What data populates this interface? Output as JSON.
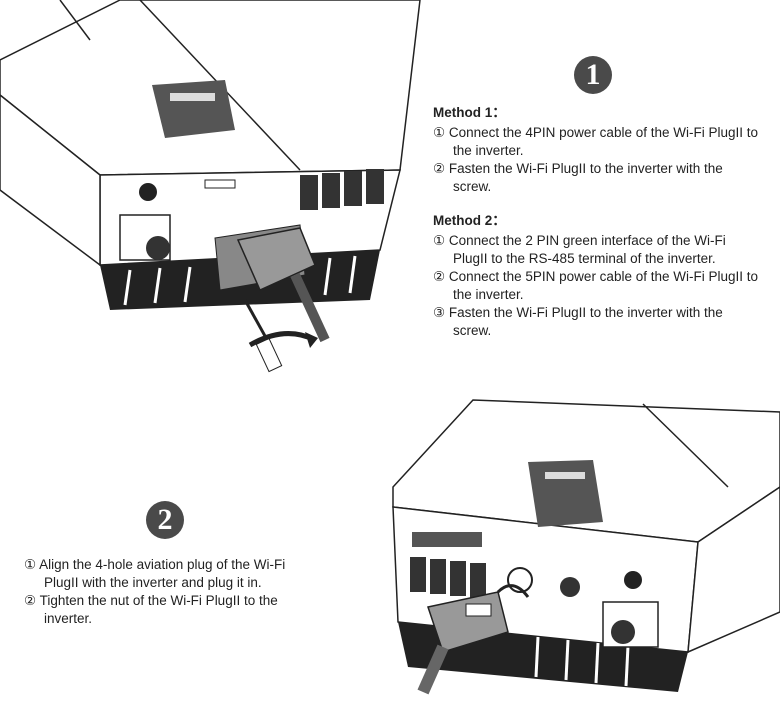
{
  "step1": {
    "badge": "1",
    "methods": [
      {
        "title": "Method 1：",
        "items": [
          "① Connect the 4PIN power cable of the Wi-Fi PlugII to the inverter.",
          "② Fasten the Wi-Fi PlugII to the inverter with the screw."
        ]
      },
      {
        "title": "Method 2：",
        "items": [
          "① Connect the 2 PIN green interface of the Wi-Fi PlugII to the RS-485 terminal of the inverter.",
          "② Connect the 5PIN power cable of the Wi-Fi PlugII to the inverter.",
          "③ Fasten the Wi-Fi PlugII to the inverter with the screw."
        ]
      }
    ]
  },
  "step2": {
    "badge": "2",
    "items": [
      "① Align the 4-hole aviation plug of the Wi-Fi PlugII with the inverter and plug it in.",
      "② Tighten the nut of the Wi-Fi PlugII to the inverter."
    ]
  }
}
